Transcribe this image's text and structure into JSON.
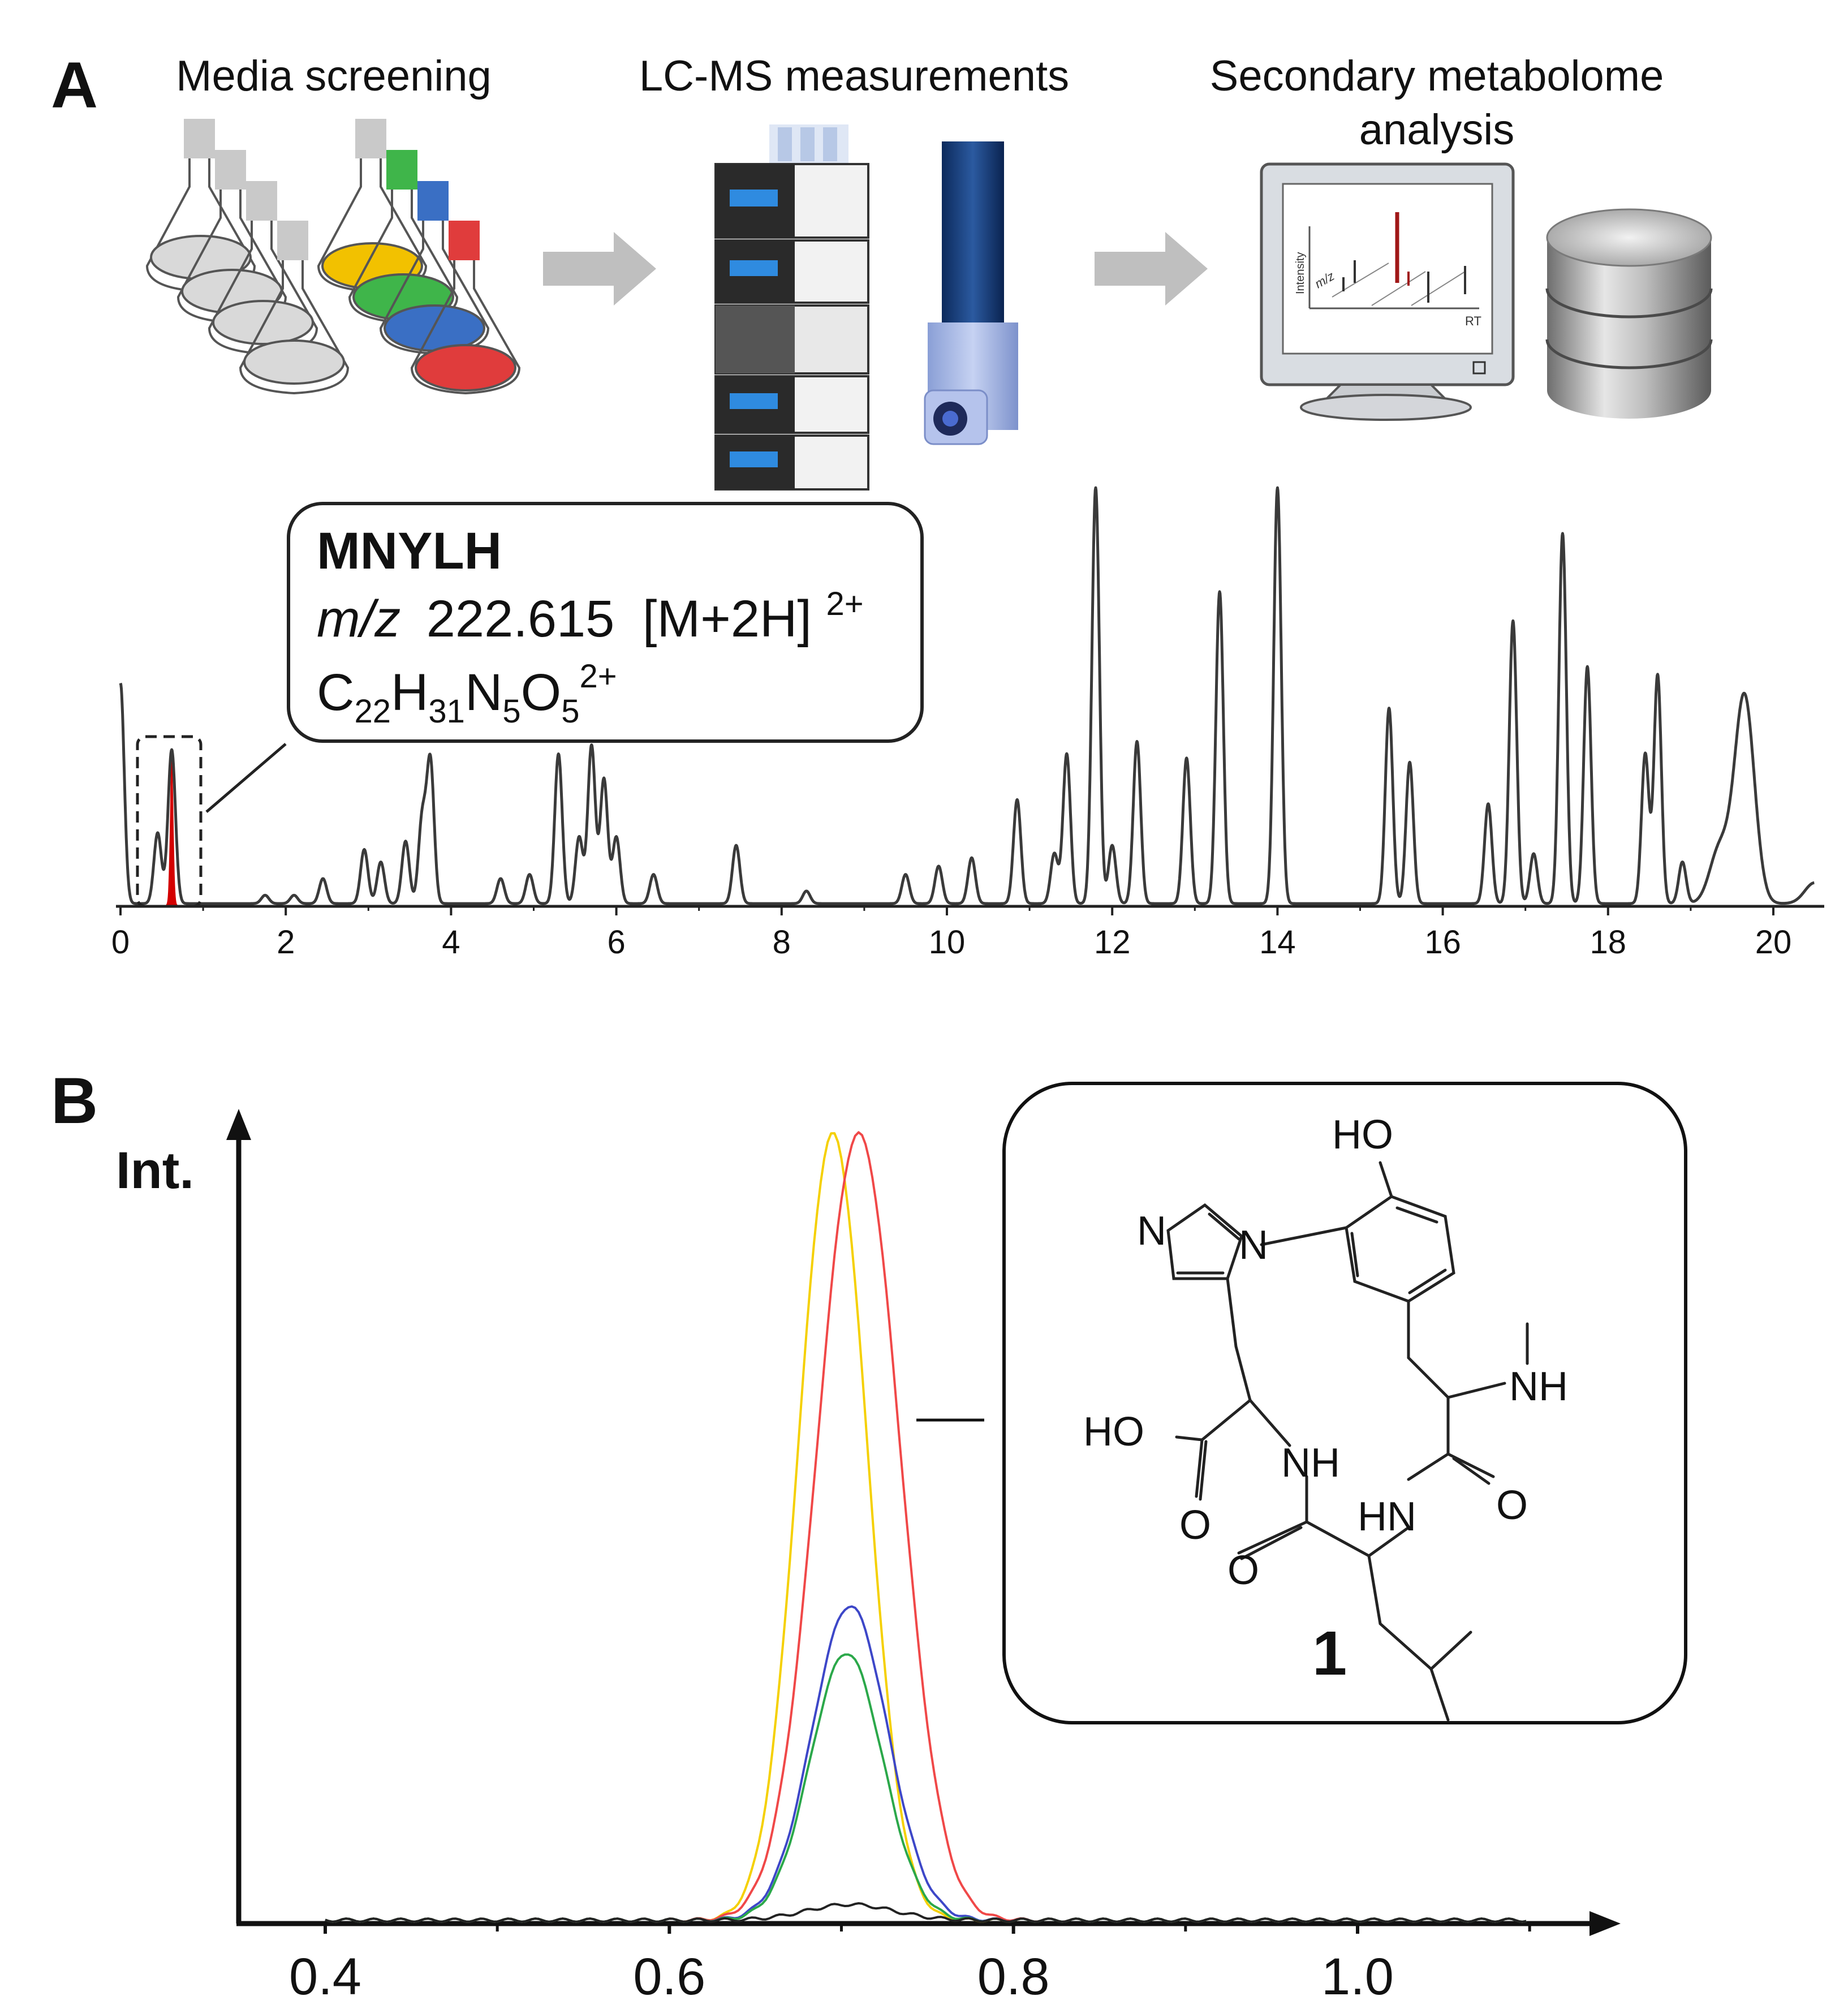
{
  "panel_a": {
    "label": "A",
    "workflow": {
      "step1": "Media screening",
      "step2": "LC-MS measurements",
      "step3_line1": "Secondary metabolome",
      "step3_line2": "analysis",
      "monitor_axis_intensity": "Intensity",
      "monitor_axis_mz": "m/z",
      "monitor_axis_rt": "RT",
      "flask_colors": [
        "#f2c100",
        "#3fb54a",
        "#3a6fc4",
        "#e03c3c"
      ]
    },
    "callout": {
      "name": "MNYLH",
      "mz_prefix": "m/z",
      "mz_value": "222.615",
      "ion_base": "[M+2H]",
      "ion_charge": "2+",
      "formula": {
        "C": "C",
        "c_sub": "22",
        "H": "H",
        "h_sub": "31",
        "N": "N",
        "n_sub": "5",
        "O": "O",
        "o_sub": "5",
        "charge": "2+"
      }
    }
  },
  "panel_b": {
    "label": "B",
    "y_axis_label": "Int.",
    "structure": {
      "compound_number": "1",
      "atoms": {
        "ho_top": "HO",
        "n_ring1": "N",
        "n_ring2": "N",
        "nh_methyl": "NH",
        "ho_acid": "HO",
        "nh_mid": "NH",
        "hn_mid": "HN",
        "o_acid": "O",
        "o_amide1": "O",
        "o_amide2": "O"
      }
    }
  },
  "chart_data": [
    {
      "type": "line",
      "title": "",
      "xlabel": "",
      "ylabel": "",
      "xlim": [
        0,
        20.5
      ],
      "ylim": [
        0,
        1
      ],
      "x_ticks": [
        "0",
        "2",
        "4",
        "6",
        "8",
        "10",
        "12",
        "14",
        "16",
        "18",
        "20"
      ],
      "grid": false,
      "highlight_peak": {
        "x": 0.62,
        "y": 0.37,
        "color": "#d40000"
      },
      "peaks": [
        {
          "x": 0.0,
          "y": 0.53
        },
        {
          "x": 0.45,
          "y": 0.17
        },
        {
          "x": 0.62,
          "y": 0.37
        },
        {
          "x": 1.75,
          "y": 0.02
        },
        {
          "x": 2.1,
          "y": 0.02
        },
        {
          "x": 2.45,
          "y": 0.06
        },
        {
          "x": 2.95,
          "y": 0.13
        },
        {
          "x": 3.15,
          "y": 0.1
        },
        {
          "x": 3.45,
          "y": 0.15
        },
        {
          "x": 3.65,
          "y": 0.2
        },
        {
          "x": 3.75,
          "y": 0.34
        },
        {
          "x": 4.6,
          "y": 0.06
        },
        {
          "x": 4.95,
          "y": 0.07
        },
        {
          "x": 5.3,
          "y": 0.36
        },
        {
          "x": 5.55,
          "y": 0.16
        },
        {
          "x": 5.7,
          "y": 0.38
        },
        {
          "x": 5.85,
          "y": 0.3
        },
        {
          "x": 6.0,
          "y": 0.16
        },
        {
          "x": 6.45,
          "y": 0.07
        },
        {
          "x": 7.45,
          "y": 0.14
        },
        {
          "x": 8.3,
          "y": 0.03
        },
        {
          "x": 9.5,
          "y": 0.07
        },
        {
          "x": 9.9,
          "y": 0.09
        },
        {
          "x": 10.3,
          "y": 0.11
        },
        {
          "x": 10.85,
          "y": 0.25
        },
        {
          "x": 11.3,
          "y": 0.12
        },
        {
          "x": 11.45,
          "y": 0.36
        },
        {
          "x": 11.8,
          "y": 1.0
        },
        {
          "x": 12.0,
          "y": 0.14
        },
        {
          "x": 12.3,
          "y": 0.39
        },
        {
          "x": 12.9,
          "y": 0.35
        },
        {
          "x": 13.3,
          "y": 0.75
        },
        {
          "x": 14.0,
          "y": 1.0
        },
        {
          "x": 15.35,
          "y": 0.47
        },
        {
          "x": 15.6,
          "y": 0.34
        },
        {
          "x": 16.55,
          "y": 0.24
        },
        {
          "x": 16.85,
          "y": 0.68
        },
        {
          "x": 17.1,
          "y": 0.12
        },
        {
          "x": 17.45,
          "y": 0.89
        },
        {
          "x": 17.75,
          "y": 0.57
        },
        {
          "x": 18.45,
          "y": 0.36
        },
        {
          "x": 18.6,
          "y": 0.55
        },
        {
          "x": 18.9,
          "y": 0.1
        },
        {
          "x": 19.35,
          "y": 0.13
        },
        {
          "x": 19.65,
          "y": 0.5
        },
        {
          "x": 20.5,
          "y": 0.05
        }
      ]
    },
    {
      "type": "line",
      "title": "",
      "xlabel": "",
      "ylabel": "Int.",
      "xlim": [
        0.35,
        1.15
      ],
      "ylim": [
        0,
        1
      ],
      "x_ticks": [
        "0.4",
        "0.6",
        "0.8",
        "1.0"
      ],
      "grid": false,
      "series": [
        {
          "color": "#f5d000",
          "peak_x": 0.695,
          "peak_y": 1.0,
          "width": 0.02
        },
        {
          "color": "#f04848",
          "peak_x": 0.71,
          "peak_y": 1.0,
          "width": 0.024
        },
        {
          "color": "#3d47c8",
          "peak_x": 0.705,
          "peak_y": 0.4,
          "width": 0.022
        },
        {
          "color": "#2ba84a",
          "peak_x": 0.703,
          "peak_y": 0.34,
          "width": 0.021
        },
        {
          "color": "#222222",
          "peak_x": 0.705,
          "peak_y": 0.02,
          "width": 0.025
        }
      ]
    }
  ]
}
